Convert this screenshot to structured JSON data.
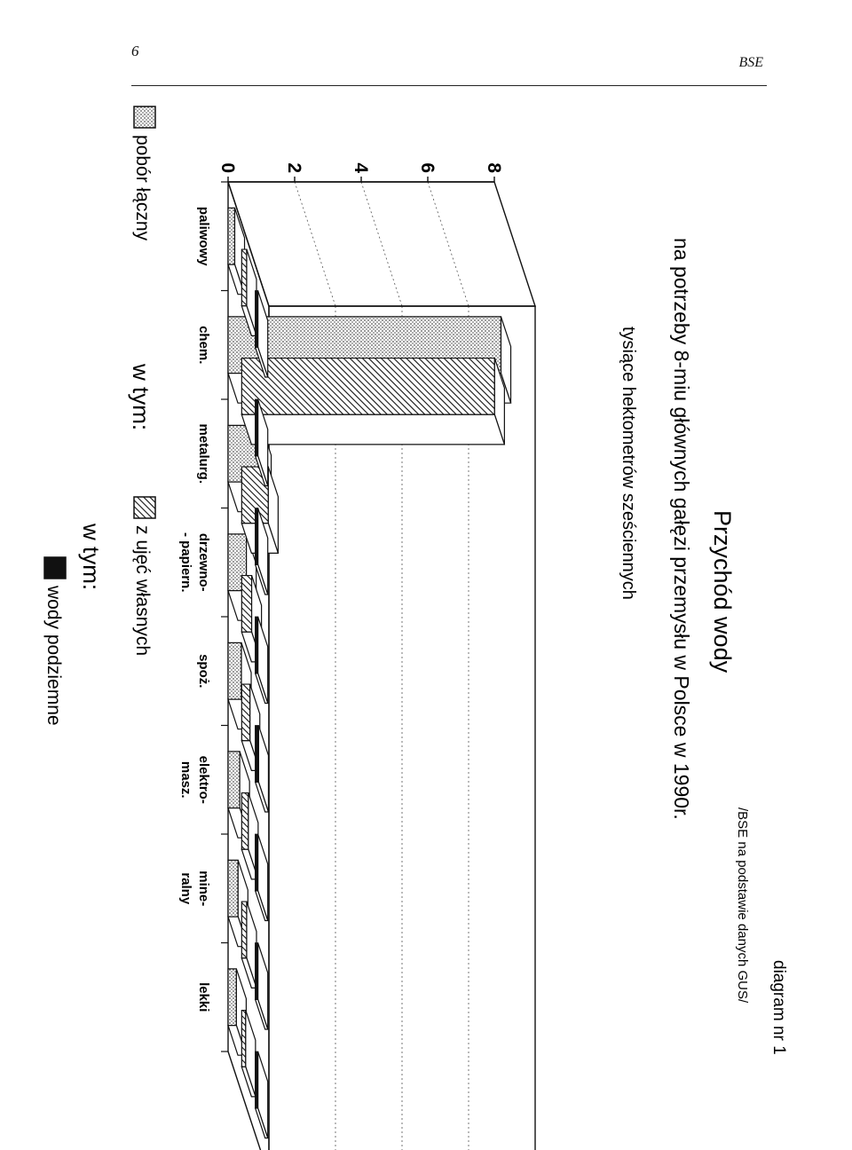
{
  "header": {
    "page_number": "6",
    "source": "BSE"
  },
  "diagram_label": "diagram nr 1",
  "source_note": "/BSE na podstawie danych GUS/",
  "chart_data": {
    "type": "bar",
    "title": "Przychód wody",
    "subtitle": "na potrzeby 8-miu głównych gałęzi przemysłu w Polsce w 1990r.",
    "unit_label": "tysiące hektometrów sześciennych",
    "categories": [
      [
        "paliwowy"
      ],
      [
        "chem."
      ],
      [
        "metalurg."
      ],
      [
        "drzewno-",
        "- papiern."
      ],
      [
        "spoż."
      ],
      [
        "elektro-",
        "masz."
      ],
      [
        "mine-",
        "ralny"
      ],
      [
        "lekki"
      ]
    ],
    "yticks": [
      "0",
      "2",
      "4",
      "6",
      "8"
    ],
    "ylim": [
      0,
      8
    ],
    "grid": true,
    "series": [
      {
        "name": "pobór łączny",
        "values": [
          0.2,
          8.2,
          1.0,
          0.55,
          0.4,
          0.35,
          0.3,
          0.25
        ],
        "pattern": "dots"
      },
      {
        "name": "z ujęć własnych",
        "values": [
          0.15,
          7.6,
          0.8,
          0.3,
          0.25,
          0.2,
          0.15,
          0.12
        ],
        "pattern": "hatch"
      },
      {
        "name": "wody podziemne",
        "values": [
          0.05,
          0.05,
          0.05,
          0.05,
          0.1,
          0.05,
          0.05,
          0.05
        ],
        "pattern": "solid"
      }
    ],
    "legend": {
      "in_which_1": "w tym:",
      "in_which_2": "w tym:"
    }
  }
}
